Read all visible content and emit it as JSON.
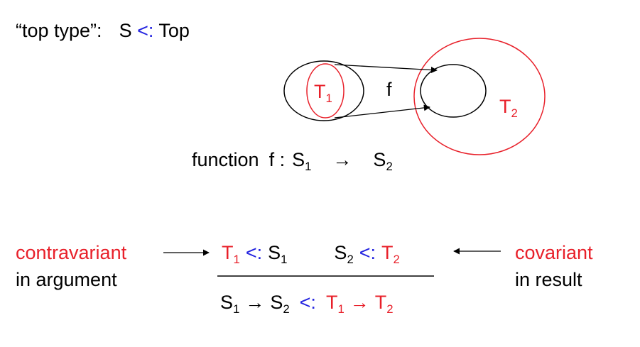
{
  "header": {
    "quote": "“top type”:",
    "s": "S",
    "subtype_op": "<:",
    "top": "Top"
  },
  "diagram": {
    "t1_base": "T",
    "t1_sub": "1",
    "f_label": "f",
    "t2_base": "T",
    "t2_sub": "2"
  },
  "function_line": {
    "word": "function",
    "f": "f :",
    "s1_base": "S",
    "s1_sub": "1",
    "arrow": "→",
    "s2_base": "S",
    "s2_sub": "2"
  },
  "rule": {
    "left_label_line1": "contravariant",
    "left_label_line2": "in argument",
    "right_label_line1": "covariant",
    "right_label_line2": "in result",
    "premise": {
      "t1_base": "T",
      "t1_sub": "1",
      "op1": "<:",
      "s1_base": "S",
      "s1_sub": "1",
      "s2_base": "S",
      "s2_sub": "2",
      "op2": "<:",
      "t2_base": "T",
      "t2_sub": "2"
    },
    "conclusion": {
      "s1_base": "S",
      "s1_sub": "1",
      "arrow1": "→",
      "s2_base": "S",
      "s2_sub": "2",
      "op": "<:",
      "t1_base": "T",
      "t1_sub": "1",
      "arrow2": "→",
      "t2_base": "T",
      "t2_sub": "2"
    }
  },
  "colors": {
    "red": "#e8202a",
    "blue": "#2323e0",
    "black": "#000000"
  }
}
